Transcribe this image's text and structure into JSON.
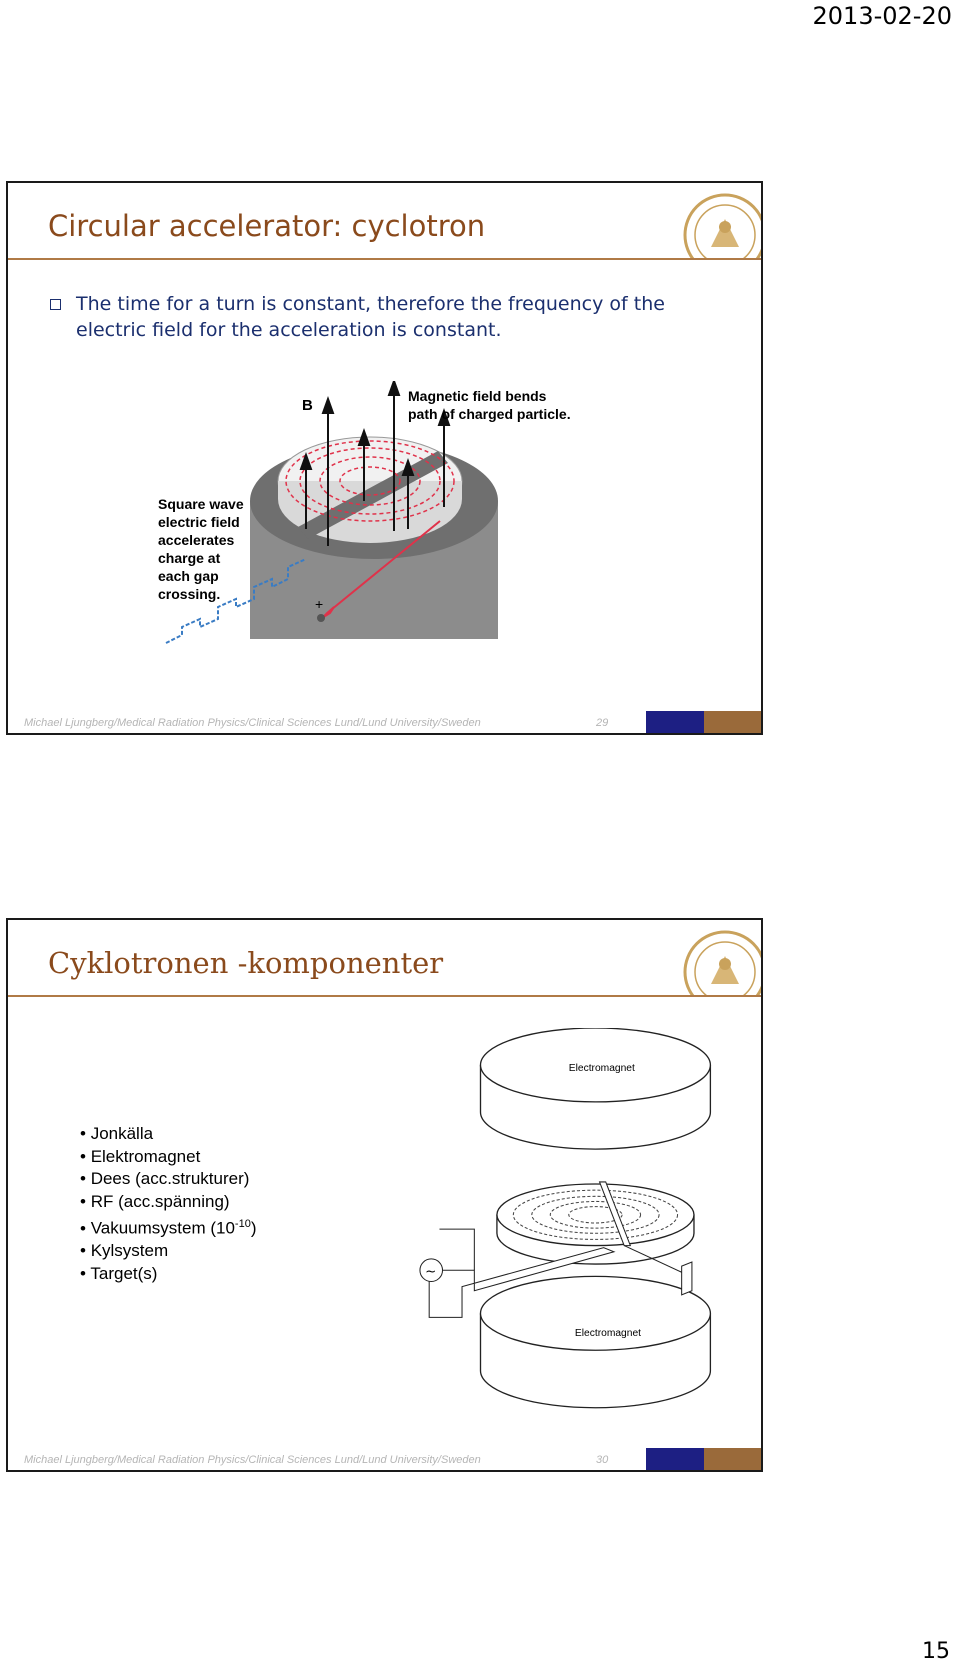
{
  "page": {
    "date": "2013-02-20",
    "number": "15"
  },
  "slides": [
    {
      "title": "Circular accelerator: cyclotron",
      "bullet": "The time for a turn is constant, therefore the frequency of the electric field for the acceleration is constant.",
      "figure": {
        "label_b": "B",
        "label_magnetic_1": "Magnetic field bends",
        "label_magnetic_2": "path of charged particle.",
        "label_square": [
          "Square wave",
          "electric field",
          "accelerates",
          "charge at",
          "each gap",
          "crossing."
        ],
        "label_plus": "+"
      },
      "footer_text": "Michael Ljungberg/Medical Radiation Physics/Clinical Sciences Lund/Lund University/Sweden",
      "slide_number": "29"
    },
    {
      "title": "Cyklotronen -komponenter",
      "items": [
        "Jonkälla",
        "Elektromagnet",
        "Dees (acc.strukturer)",
        "RF (acc.spänning)",
        "Vakuumsystem  (10",
        "Kylsystem",
        "Target(s)"
      ],
      "vacuum_exp": "-10",
      "vacuum_close": ")",
      "figure": {
        "top_label": "Electromagnet",
        "bottom_label": "Electromagnet",
        "source_symbol": "~"
      },
      "footer_text": "Michael Ljungberg/Medical Radiation Physics/Clinical Sciences Lund/Lund University/Sweden",
      "slide_number": "30"
    }
  ],
  "colors": {
    "title": "#8a4a1c",
    "bullet": "#1b2f6e",
    "footer_blue": "#1d1f83",
    "footer_brown": "#9a6a3a"
  }
}
